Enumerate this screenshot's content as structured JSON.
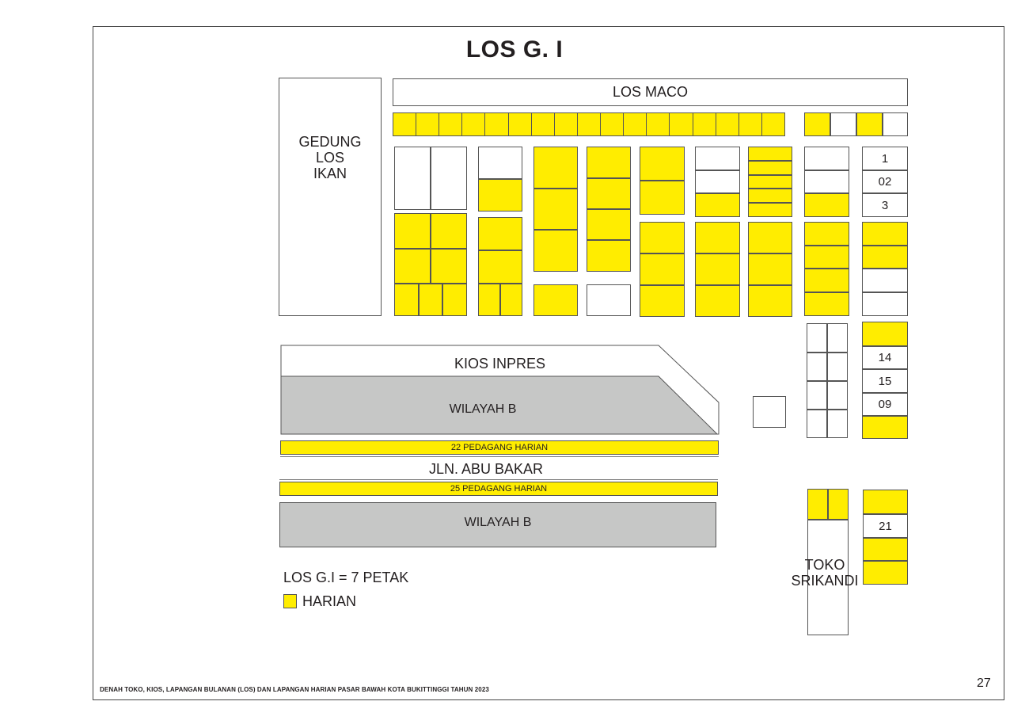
{
  "title": "LOS G. I",
  "labels": {
    "los_maco": "LOS MACO",
    "gedung": "GEDUNG\nLOS\nIKAN",
    "kios_inpres": "KIOS INPRES",
    "wilayah_b_top": "WILAYAH B",
    "pedagang_22": "22 PEDAGANG HARIAN",
    "jalan": "JLN. ABU BAKAR",
    "pedagang_25": "25 PEDAGANG HARIAN",
    "wilayah_b_bottom": "WILAYAH B",
    "toko_srikandi": "TOKO\nSRIKANDI"
  },
  "numbers": {
    "n1": "1",
    "n02": "02",
    "n3": "3",
    "n14": "14",
    "n15": "15",
    "n09": "09",
    "n21": "21"
  },
  "legend": {
    "summary": "LOS G.I = 7 PETAK",
    "harian": "HARIAN"
  },
  "colors": {
    "harian": "#ffed00",
    "wilayah": "#c6c7c6"
  },
  "footer": "DENAH TOKO, KIOS, LAPANGAN BULANAN (LOS) DAN LAPANGAN HARIAN PASAR BAWAH KOTA BUKITTINGGI TAHUN 2023",
  "page_number": "27"
}
